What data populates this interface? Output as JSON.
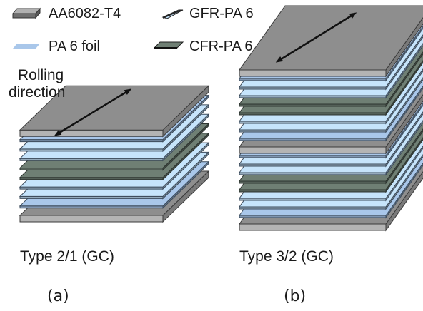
{
  "legend": {
    "aa6082": {
      "label": "AA6082-T4",
      "color": "#8c8c8c"
    },
    "gfr": {
      "label": "GFR-PA 6",
      "color": "#c6e4fb"
    },
    "pa6": {
      "label": "PA 6 foil",
      "color": "#a9c7ea"
    },
    "cfr": {
      "label": "CFR-PA 6",
      "color": "#6f7f74"
    }
  },
  "annotation": {
    "line1": "Rolling",
    "line2": "direction"
  },
  "stack_a": {
    "type_label": "Type 2/1 (GC)",
    "panel_label": "(a)",
    "layers_top_to_bottom": [
      "aa6082",
      "pa6",
      "gfr",
      "gfr",
      "cfr",
      "cfr",
      "gfr",
      "gfr",
      "pa6",
      "aa6082"
    ]
  },
  "stack_b": {
    "type_label": "Type 3/2 (GC)",
    "panel_label": "(b)",
    "layers_top_to_bottom": [
      "aa6082",
      "pa6",
      "gfr",
      "gfr",
      "cfr",
      "cfr",
      "gfr",
      "gfr",
      "pa6",
      "aa6082",
      "pa6",
      "gfr",
      "gfr",
      "cfr",
      "cfr",
      "gfr",
      "gfr",
      "pa6",
      "aa6082"
    ]
  }
}
